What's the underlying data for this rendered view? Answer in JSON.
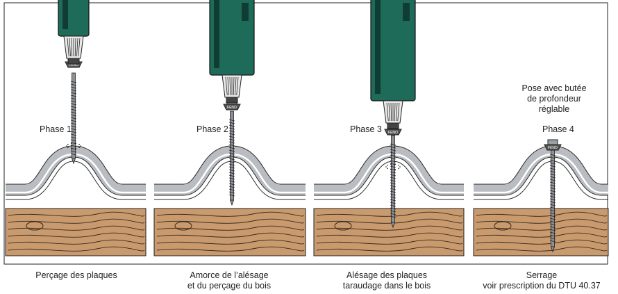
{
  "colors": {
    "tool": "#1f6b5a",
    "tool_dark": "#0f3d33",
    "wood": "#c89a6e",
    "wood_grain": "#3a2a1c",
    "sheet": "#b9bcc0",
    "sheet_outline": "#2a2a2a",
    "screw": "#8d9196"
  },
  "phases": [
    {
      "label": "Phase 1",
      "caption": [
        "Perçage des plaques"
      ]
    },
    {
      "label": "Phase 2",
      "caption": [
        "Amorce de l’alésage",
        "et du perçage du bois"
      ]
    },
    {
      "label": "Phase 3",
      "caption": [
        "Alésage des plaques",
        "taraudage dans le bois"
      ]
    },
    {
      "label": "Phase 4",
      "caption": [
        "Serrage",
        "voir prescription du DTU 40.37"
      ],
      "note": [
        "Pose avec butée",
        "de profondeur",
        "réglable"
      ]
    }
  ],
  "brand_mark": "FENO"
}
